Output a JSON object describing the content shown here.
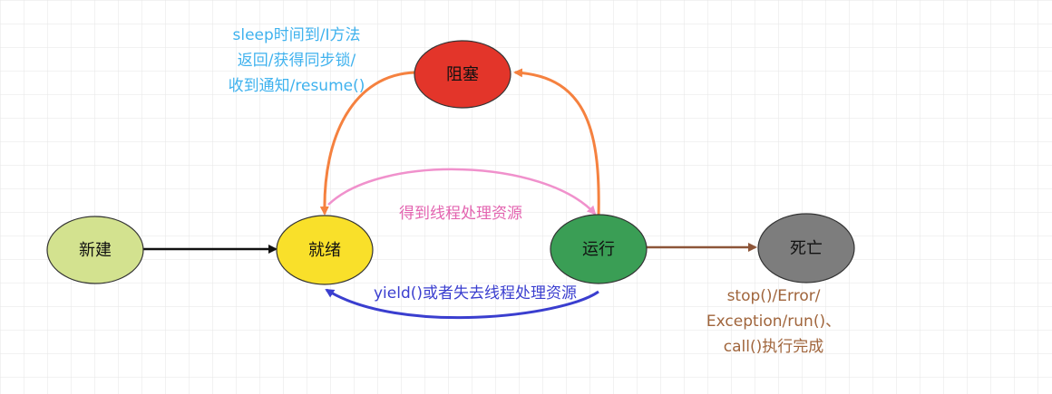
{
  "diagram": {
    "nodes": {
      "new": {
        "label": "新建",
        "fill": "#d3e28f"
      },
      "ready": {
        "label": "就绪",
        "fill": "#f9e02a"
      },
      "blocked": {
        "label": "阻塞",
        "fill": "#e3352a"
      },
      "running": {
        "label": "运行",
        "fill": "#3a9e55"
      },
      "dead": {
        "label": "死亡",
        "fill": "#7d7d7d"
      }
    },
    "edges": {
      "blocked_to_ready": {
        "color": "#f5813f",
        "label_lines": [
          "sleep时间到/I方法",
          "返回/获得同步锁/",
          "收到通知/resume()"
        ],
        "label_color": "#3fb2ee"
      },
      "running_to_blocked": {
        "color": "#f5813f"
      },
      "ready_to_running": {
        "color": "#f091cc",
        "label": "得到线程处理资源",
        "label_color": "#e364b0"
      },
      "running_to_ready": {
        "color": "#3a3ecf",
        "label": "yield()或者失去线程处理资源",
        "label_color": "#3a3ecf"
      },
      "new_to_ready": {
        "color": "#111111"
      },
      "running_to_dead": {
        "color": "#8d5538",
        "label_lines": [
          "stop()/Error/",
          "Exception/run()、",
          "call()执行完成"
        ],
        "label_color": "#a0653c"
      }
    },
    "grid_color": "#e6e6e6"
  }
}
